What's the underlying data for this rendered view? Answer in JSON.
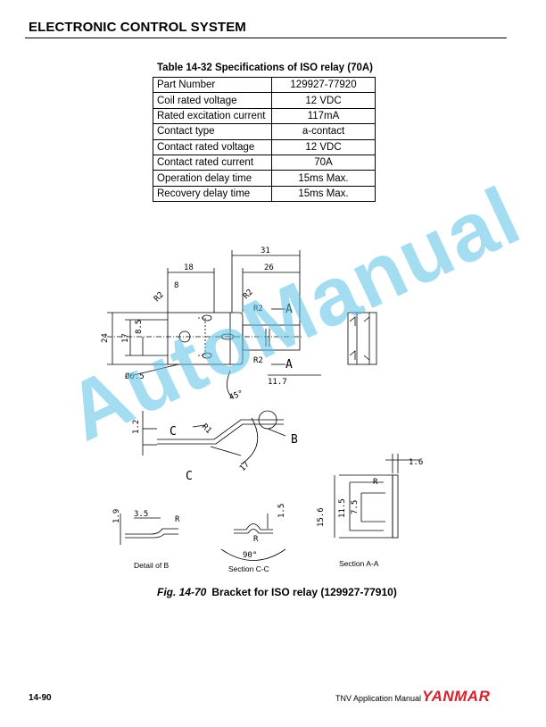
{
  "header": {
    "title": "ELECTRONIC CONTROL SYSTEM"
  },
  "table": {
    "caption": "Table 14-32  Specifications of ISO relay (70A)",
    "rows": [
      {
        "label": "Part Number",
        "value": "129927-77920"
      },
      {
        "label": "Coil rated voltage",
        "value": "12 VDC"
      },
      {
        "label": "Rated excitation current",
        "value": "117mA"
      },
      {
        "label": "Contact type",
        "value": "a-contact"
      },
      {
        "label": "Contact rated voltage",
        "value": "12 VDC"
      },
      {
        "label": "Contact rated current",
        "value": "70A"
      },
      {
        "label": "Operation delay time",
        "value": "15ms Max."
      },
      {
        "label": "Recovery delay time",
        "value": "15ms Max."
      }
    ]
  },
  "figure": {
    "caption_num": "Fig. 14-70",
    "caption_text": "Bracket for ISO relay (129927-77910)",
    "labels": {
      "detail_b": "Detail of B",
      "section_cc": "Section C-C",
      "section_aa": "Section A-A"
    },
    "dims": {
      "d31": "31",
      "d26": "26",
      "d18": "18",
      "d8": "8",
      "r2a": "R2",
      "r2b": "R2",
      "r2c": "R2",
      "r2d": "R2",
      "d24": "24",
      "d17": "17",
      "d85": "8.5",
      "dhole": "Ø6.5",
      "dtol": "11.7",
      "a": "A",
      "a2": "A",
      "b": "B",
      "c1": "C",
      "c2": "C",
      "d45": "45°",
      "d12": "1.2",
      "r1": "R1",
      "d17b": "17",
      "d16": "1.6",
      "r": "R",
      "d156": "15.6",
      "d115": "11.5",
      "d75": "7.5",
      "d19": "1.9",
      "d35": "3.5",
      "rb": "R",
      "d15": "1.5",
      "rc": "R",
      "d90": "90°"
    },
    "watermark": "AutoManual"
  },
  "footer": {
    "page": "14-90",
    "doc": "TNV Application Manual",
    "logo": "YANMAR"
  }
}
